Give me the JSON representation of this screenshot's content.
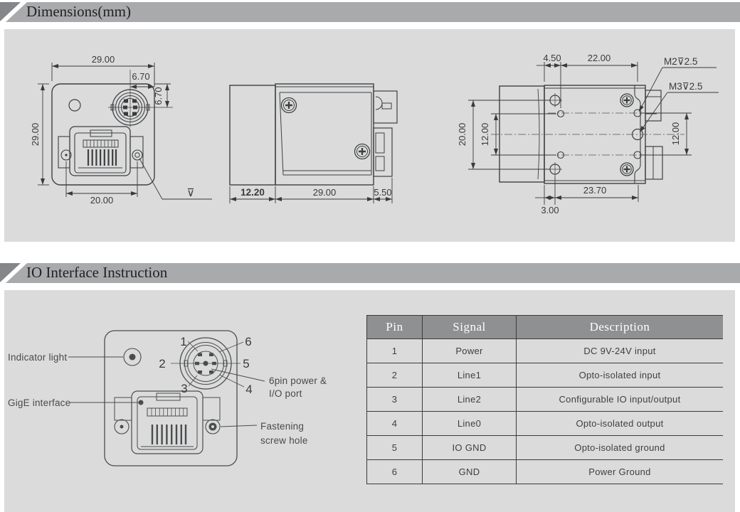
{
  "colors": {
    "bar_gray": "#a9aaac",
    "bar_dark_corner": "#85868a",
    "panel_gray": "#dbdbdb",
    "table_header_bg": "#8e9091",
    "drawing_line": "#3d3f41"
  },
  "dimensions_section": {
    "title": "Dimensions(mm)",
    "front_view": {
      "top_width": "29.00",
      "connector_offset_x": "6.70",
      "connector_offset_y": "6.70",
      "left_height": "29.00",
      "bottom_width": "20.00",
      "depth_symbol": "⊽"
    },
    "side_view": {
      "lens_depth": "12.20",
      "body_depth": "29.00",
      "rear_depth": "5.50"
    },
    "top_view": {
      "edge_offset_top": "4.50",
      "hole_span_top": "22.00",
      "thread_m2": "M2⊽2.5",
      "thread_m3": "M3⊽2.5",
      "outer_span_left": "20.00",
      "inner_span_left": "12.00",
      "inner_span_right": "12.00",
      "hole_span_bottom": "23.70",
      "edge_offset_bottom": "3.00"
    }
  },
  "io_section": {
    "title": "IO Interface Instruction",
    "diagram": {
      "indicator_label": "Indicator light",
      "gige_label": "GigE interface",
      "power_label_line1": "6pin power &",
      "power_label_line2": "I/O port",
      "screw_label_line1": "Fastening",
      "screw_label_line2": "screw hole",
      "pins": [
        "1",
        "2",
        "3",
        "4",
        "5",
        "6"
      ]
    },
    "table": {
      "headers": [
        "Pin",
        "Signal",
        "Description"
      ],
      "rows": [
        [
          "1",
          "Power",
          "DC 9V-24V input"
        ],
        [
          "2",
          "Line1",
          "Opto-isolated input"
        ],
        [
          "3",
          "Line2",
          "Configurable IO input/output"
        ],
        [
          "4",
          "Line0",
          "Opto-isolated output"
        ],
        [
          "5",
          "IO GND",
          "Opto-isolated ground"
        ],
        [
          "6",
          "GND",
          "Power Ground"
        ]
      ]
    }
  }
}
